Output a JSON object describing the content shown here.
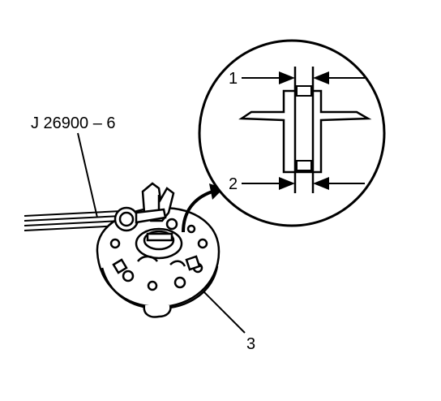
{
  "labels": {
    "tool": "J 26900 – 6",
    "callout_1": "1",
    "callout_2": "2",
    "callout_3": "3"
  },
  "colors": {
    "ink": "#000000",
    "background": "#ffffff"
  }
}
